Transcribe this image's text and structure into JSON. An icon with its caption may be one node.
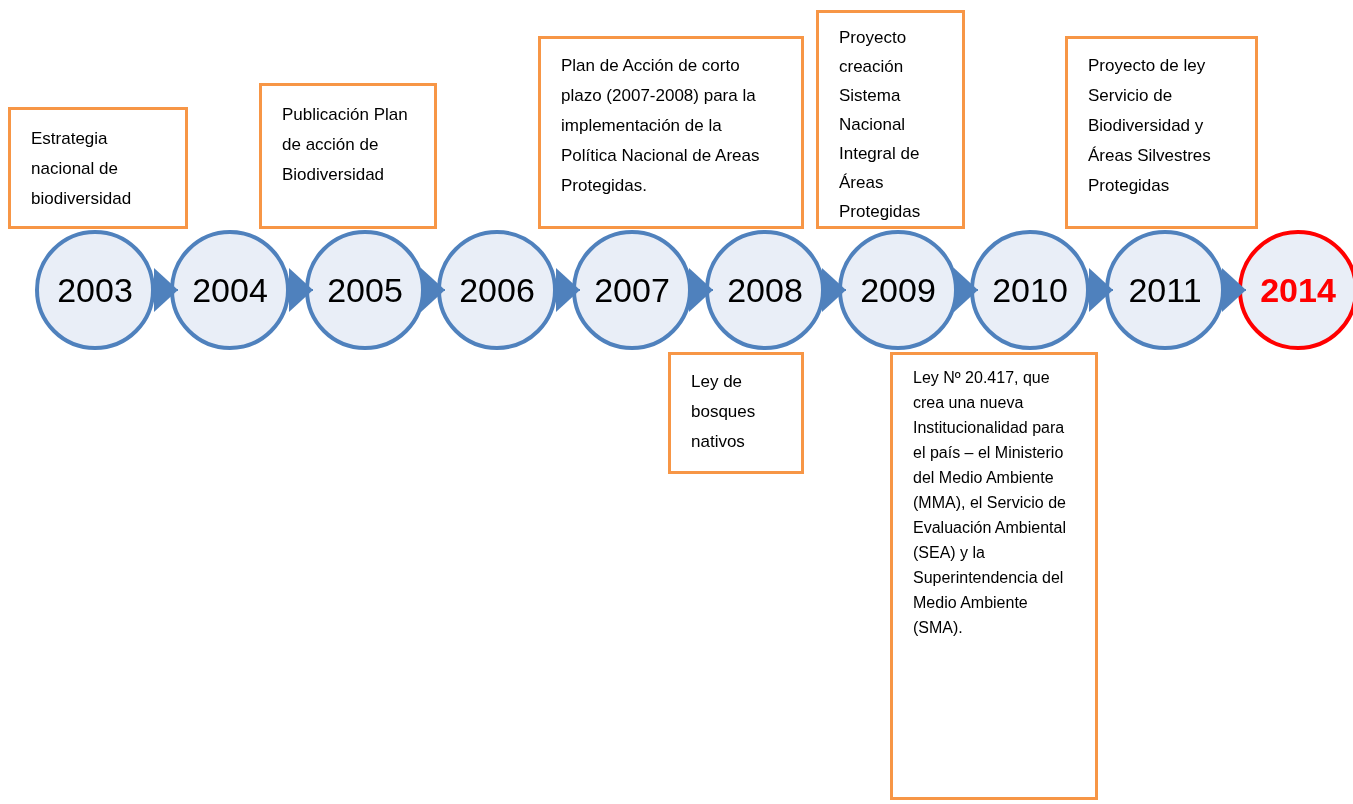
{
  "diagram": {
    "nodes": [
      {
        "text": [
          "2003"
        ]
      },
      {
        "text": [
          "2004"
        ]
      },
      {
        "text": [
          "2005"
        ]
      },
      {
        "text": [
          "2006"
        ]
      },
      {
        "text": [
          "2007"
        ]
      },
      {
        "text": [
          "2008"
        ]
      },
      {
        "text": [
          "2009"
        ]
      },
      {
        "text": [
          "2010"
        ]
      },
      {
        "text": [
          "2011"
        ]
      },
      {
        "text": [
          "2014"
        ]
      },
      {
        "text": [
          "Estrategia nacional de biodiversidad"
        ]
      },
      {
        "text": [
          "Publicación Plan de acción de Biodiversidad"
        ]
      },
      {
        "text": [
          "Plan de Acción de corto plazo (2007-2008) para la implementación de la Política Nacional de Areas Protegidas."
        ]
      },
      {
        "text": [
          "Proyecto creación Sistema Nacional Integral de Áreas Protegidas"
        ]
      },
      {
        "text": [
          "Proyecto de ley Servicio de Biodiversidad y Áreas Silvestres Protegidas"
        ]
      },
      {
        "text": [
          "Ley de bosques nativos"
        ]
      },
      {
        "text": [
          "Ley Nº 20.417, que crea una nueva Institucionalidad para el país – el Ministerio del Medio Ambiente (MMA),  el Servicio de Evaluación Ambiental (SEA) y la Superintendencia del Medio Ambiente (SMA)."
        ]
      }
    ],
    "edges": [
      {
        "from": 0,
        "to": 1,
        "arrow": "to"
      },
      {
        "from": 1,
        "to": 2,
        "arrow": "to"
      },
      {
        "from": 2,
        "to": 3,
        "arrow": "to"
      },
      {
        "from": 3,
        "to": 4,
        "arrow": "to"
      },
      {
        "from": 4,
        "to": 5,
        "arrow": "to"
      },
      {
        "from": 5,
        "to": 6,
        "arrow": "to"
      },
      {
        "from": 6,
        "to": 7,
        "arrow": "to"
      },
      {
        "from": 7,
        "to": 8,
        "arrow": "to"
      },
      {
        "from": 8,
        "to": 9,
        "arrow": "to"
      }
    ]
  }
}
